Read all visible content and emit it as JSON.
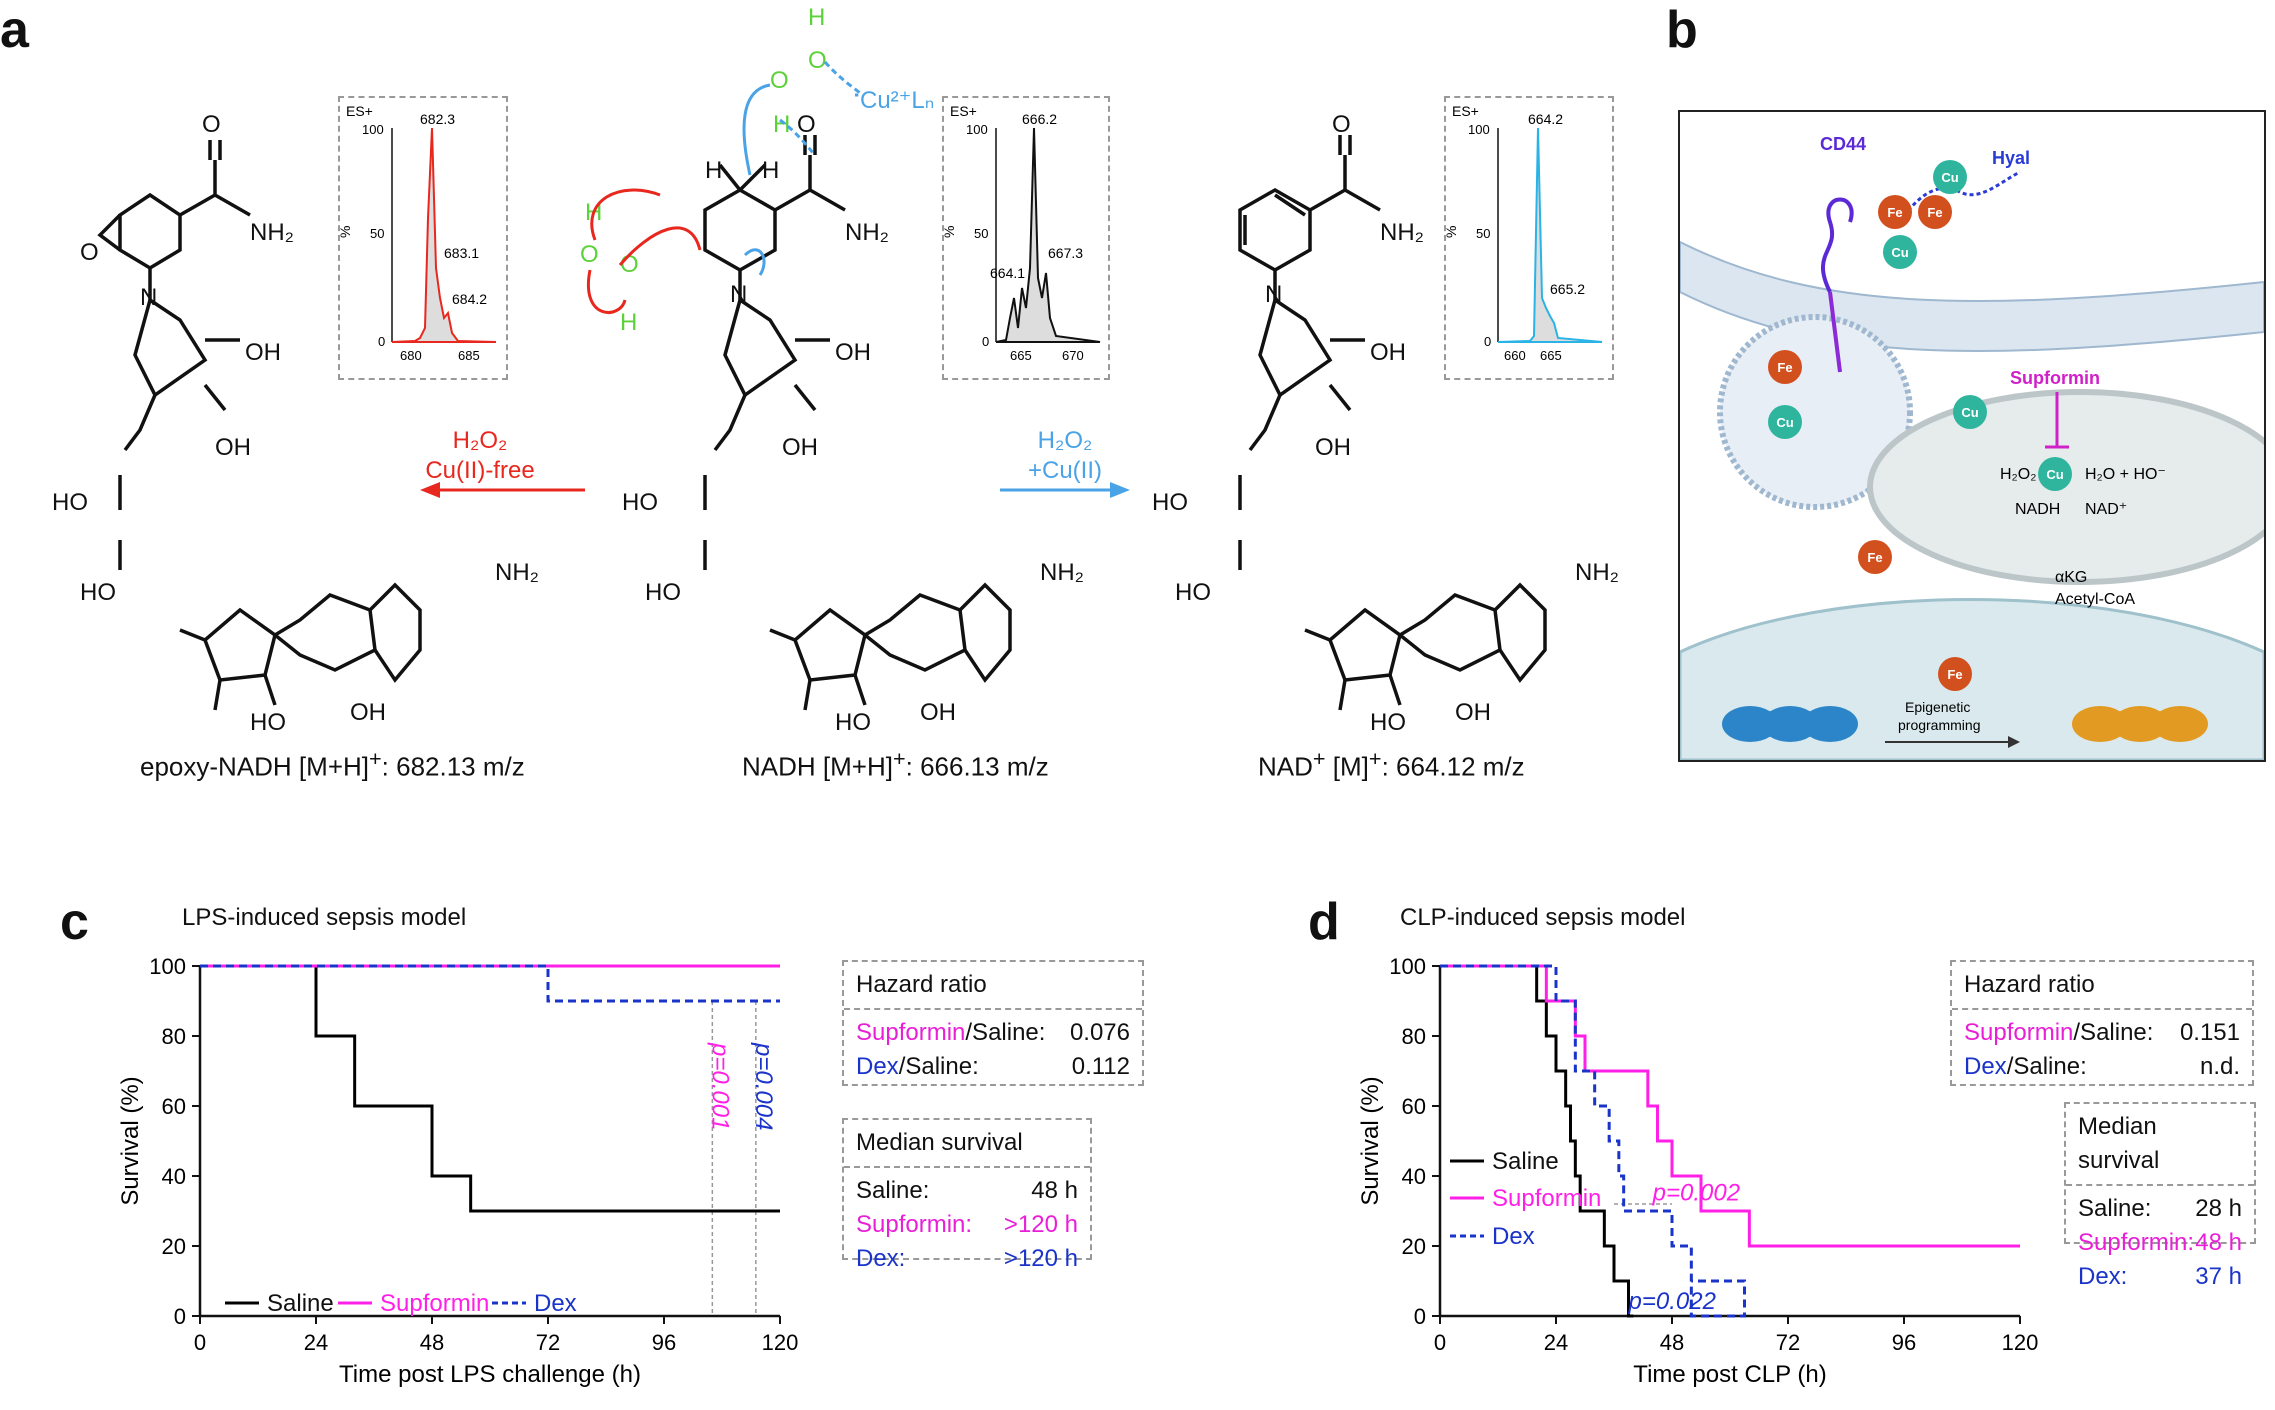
{
  "panels": {
    "a": "a",
    "b": "b",
    "c": "c",
    "d": "d"
  },
  "panel_a": {
    "left_label": "epoxy-NADH [M+H]",
    "left_label_sup": "+",
    "left_label_tail": ": 682.13 m/z",
    "mid_label": "NADH [M+H]",
    "mid_label_sup": "+",
    "mid_label_tail": ": 666.13 m/z",
    "right_label_pre": "NAD",
    "right_label_sup": "+",
    "right_label_tail": " [M]",
    "right_label_sup2": "+",
    "right_label_end": ": 664.12 m/z",
    "left_arrow_top": "H₂O₂",
    "left_arrow_bottom": "Cu(II)-free",
    "right_arrow_top": "H₂O₂",
    "right_arrow_bottom": "+Cu(II)",
    "cu_label": "Cu²⁺Lₙ",
    "spectra": [
      {
        "es": "ES+",
        "peaks": [
          "682.3",
          "683.1",
          "684.2"
        ],
        "ticks": [
          "680",
          "685"
        ],
        "y_ticks": [
          "100",
          "50",
          "0"
        ],
        "ylabel": "%",
        "color": "#e8281e"
      },
      {
        "es": "ES+",
        "peaks": [
          "666.2",
          "664.1",
          "667.3"
        ],
        "ticks": [
          "665",
          "670"
        ],
        "y_ticks": [
          "100",
          "50",
          "0"
        ],
        "ylabel": "%",
        "color": "#111111"
      },
      {
        "es": "ES+",
        "peaks": [
          "664.2",
          "665.2"
        ],
        "ticks": [
          "660",
          "665"
        ],
        "y_ticks": [
          "100",
          "50",
          "0"
        ],
        "ylabel": "%",
        "color": "#2ab3e6"
      }
    ],
    "atoms": {
      "nh2": "NH₂",
      "oh": "OH",
      "ho": "HO",
      "o": "O",
      "n": "N",
      "h": "H",
      "np": "N"
    }
  },
  "panel_b": {
    "cd44": "CD44",
    "hyal": "Hyal",
    "fe": "Fe",
    "cu": "Cu",
    "supformin": "Supformin",
    "h2o2": "H₂O₂",
    "h2o_ho": "H₂O + HO⁻",
    "nadh": "NADH",
    "nad": "NAD⁺",
    "akg": "αKG",
    "acetyl": "Acetyl-CoA",
    "epi1": "Epigenetic",
    "epi2": "programming"
  },
  "panel_c": {
    "title": "LPS-induced sepsis model",
    "hazard_title": "Hazard ratio",
    "hazard_rows": [
      {
        "name": "Supformin",
        "suffix": "/Saline:",
        "value": "0.076"
      },
      {
        "name": "Dex",
        "suffix": "/Saline:",
        "value": "0.112"
      }
    ],
    "median_title": "Median survival",
    "median_rows": [
      {
        "name": "Saline:",
        "value": "48 h"
      },
      {
        "name": "Supformin:",
        "value": ">120 h"
      },
      {
        "name": "Dex:",
        "value": ">120 h"
      }
    ],
    "p1": "p=0.001",
    "p2": "p=0.004",
    "legend": [
      "Saline",
      "Supformin",
      "Dex"
    ]
  },
  "panel_d": {
    "title": "CLP-induced sepsis model",
    "hazard_title": "Hazard ratio",
    "hazard_rows": [
      {
        "name": "Supformin",
        "suffix": "/Saline:",
        "value": "0.151"
      },
      {
        "name": "Dex",
        "suffix": "/Saline:",
        "value": "n.d."
      }
    ],
    "median_title": "Median survival",
    "median_rows": [
      {
        "name": "Saline:",
        "value": "28 h"
      },
      {
        "name": "Supformin:",
        "value": "48 h"
      },
      {
        "name": "Dex:",
        "value": "37 h"
      }
    ],
    "p1": "p=0.002",
    "p2": "p=0.022",
    "legend": [
      "Saline",
      "Supformin",
      "Dex"
    ]
  },
  "chart_data": [
    {
      "type": "line",
      "title": "LPS-induced sepsis model",
      "xlabel": "Time post LPS challenge (h)",
      "ylabel": "Survival (%)",
      "xlim": [
        0,
        120
      ],
      "ylim": [
        0,
        100
      ],
      "x_ticks": [
        0,
        24,
        48,
        72,
        96,
        120
      ],
      "y_ticks": [
        0,
        20,
        40,
        60,
        80,
        100
      ],
      "series": [
        {
          "name": "Saline",
          "color": "#000000",
          "step": true,
          "points": [
            [
              0,
              100
            ],
            [
              24,
              100
            ],
            [
              24,
              80
            ],
            [
              32,
              80
            ],
            [
              32,
              60
            ],
            [
              48,
              60
            ],
            [
              48,
              40
            ],
            [
              56,
              40
            ],
            [
              56,
              30
            ],
            [
              120,
              30
            ]
          ]
        },
        {
          "name": "Supformin",
          "color": "#ff1fe6",
          "step": true,
          "points": [
            [
              0,
              100
            ],
            [
              120,
              100
            ]
          ]
        },
        {
          "name": "Dex",
          "color": "#1a33c9",
          "step": true,
          "dashed": true,
          "points": [
            [
              0,
              100
            ],
            [
              72,
              100
            ],
            [
              72,
              90
            ],
            [
              120,
              90
            ]
          ]
        }
      ]
    },
    {
      "type": "line",
      "title": "CLP-induced sepsis model",
      "xlabel": "Time post CLP (h)",
      "ylabel": "Survival (%)",
      "xlim": [
        0,
        120
      ],
      "ylim": [
        0,
        100
      ],
      "x_ticks": [
        0,
        24,
        48,
        72,
        96,
        120
      ],
      "y_ticks": [
        0,
        20,
        40,
        60,
        80,
        100
      ],
      "series": [
        {
          "name": "Saline",
          "color": "#000000",
          "step": true,
          "points": [
            [
              0,
              100
            ],
            [
              20,
              100
            ],
            [
              20,
              90
            ],
            [
              22,
              90
            ],
            [
              22,
              80
            ],
            [
              24,
              80
            ],
            [
              24,
              70
            ],
            [
              26,
              70
            ],
            [
              26,
              60
            ],
            [
              27,
              60
            ],
            [
              27,
              50
            ],
            [
              28,
              50
            ],
            [
              28,
              40
            ],
            [
              29,
              40
            ],
            [
              29,
              30
            ],
            [
              34,
              30
            ],
            [
              34,
              20
            ],
            [
              36,
              20
            ],
            [
              36,
              10
            ],
            [
              39,
              10
            ],
            [
              39,
              0
            ],
            [
              40,
              0
            ]
          ]
        },
        {
          "name": "Supformin",
          "color": "#ff1fe6",
          "step": true,
          "points": [
            [
              0,
              100
            ],
            [
              22,
              100
            ],
            [
              22,
              90
            ],
            [
              28,
              90
            ],
            [
              28,
              80
            ],
            [
              30,
              80
            ],
            [
              30,
              70
            ],
            [
              43,
              70
            ],
            [
              43,
              60
            ],
            [
              45,
              60
            ],
            [
              45,
              50
            ],
            [
              48,
              50
            ],
            [
              48,
              40
            ],
            [
              54,
              40
            ],
            [
              54,
              30
            ],
            [
              64,
              30
            ],
            [
              64,
              20
            ],
            [
              120,
              20
            ]
          ]
        },
        {
          "name": "Dex",
          "color": "#1a33c9",
          "step": true,
          "dashed": true,
          "points": [
            [
              0,
              100
            ],
            [
              24,
              100
            ],
            [
              24,
              90
            ],
            [
              28,
              90
            ],
            [
              28,
              70
            ],
            [
              32,
              70
            ],
            [
              32,
              60
            ],
            [
              35,
              60
            ],
            [
              35,
              50
            ],
            [
              37,
              50
            ],
            [
              37,
              40
            ],
            [
              38,
              40
            ],
            [
              38,
              30
            ],
            [
              48,
              30
            ],
            [
              48,
              20
            ],
            [
              52,
              20
            ],
            [
              52,
              0
            ],
            [
              63,
              0
            ],
            [
              63,
              10
            ],
            [
              52,
              10
            ]
          ]
        }
      ]
    }
  ]
}
